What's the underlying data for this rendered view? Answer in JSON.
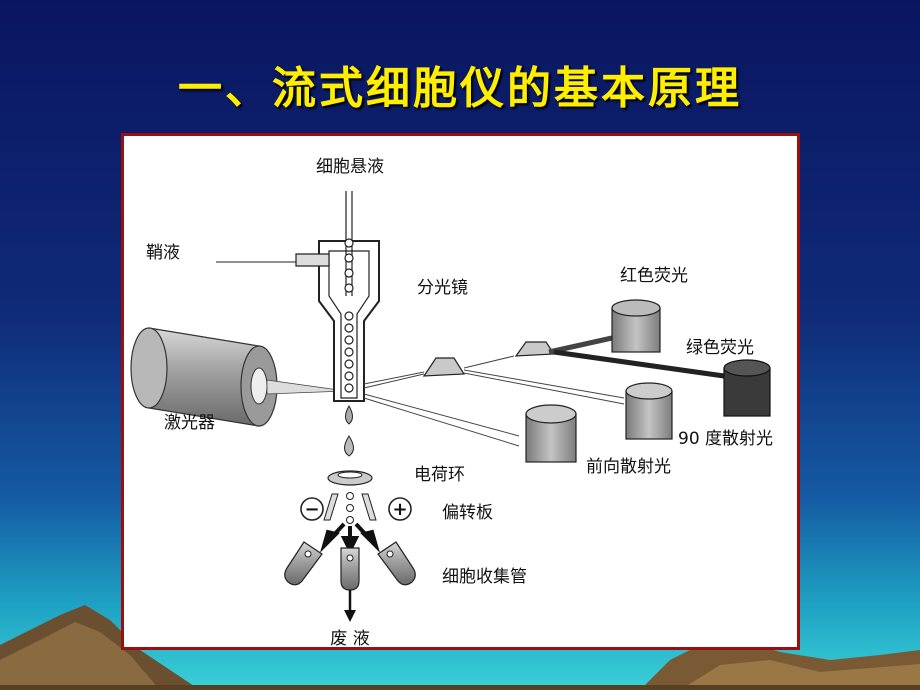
{
  "slide": {
    "title": "一、流式细胞仪的基本原理"
  },
  "diagram": {
    "labels": {
      "cell_suspension": "细胞悬液",
      "sheath_fluid": "鞘液",
      "laser": "激光器",
      "beam_splitter": "分光镜",
      "red_fluorescence": "红色荧光",
      "green_fluorescence": "绿色荧光",
      "side_scatter": "90 度散射光",
      "forward_scatter": "前向散射光",
      "charge_ring": "电荷环",
      "deflection_plate": "偏转板",
      "collection_tubes": "细胞收集管",
      "waste": "废 液",
      "minus": "−",
      "plus": "+"
    },
    "colors": {
      "panel_border": "#9a1010",
      "title_color": "#ffee00",
      "green_detector": "#333333",
      "gray_detector": "#a0a0a0"
    }
  }
}
